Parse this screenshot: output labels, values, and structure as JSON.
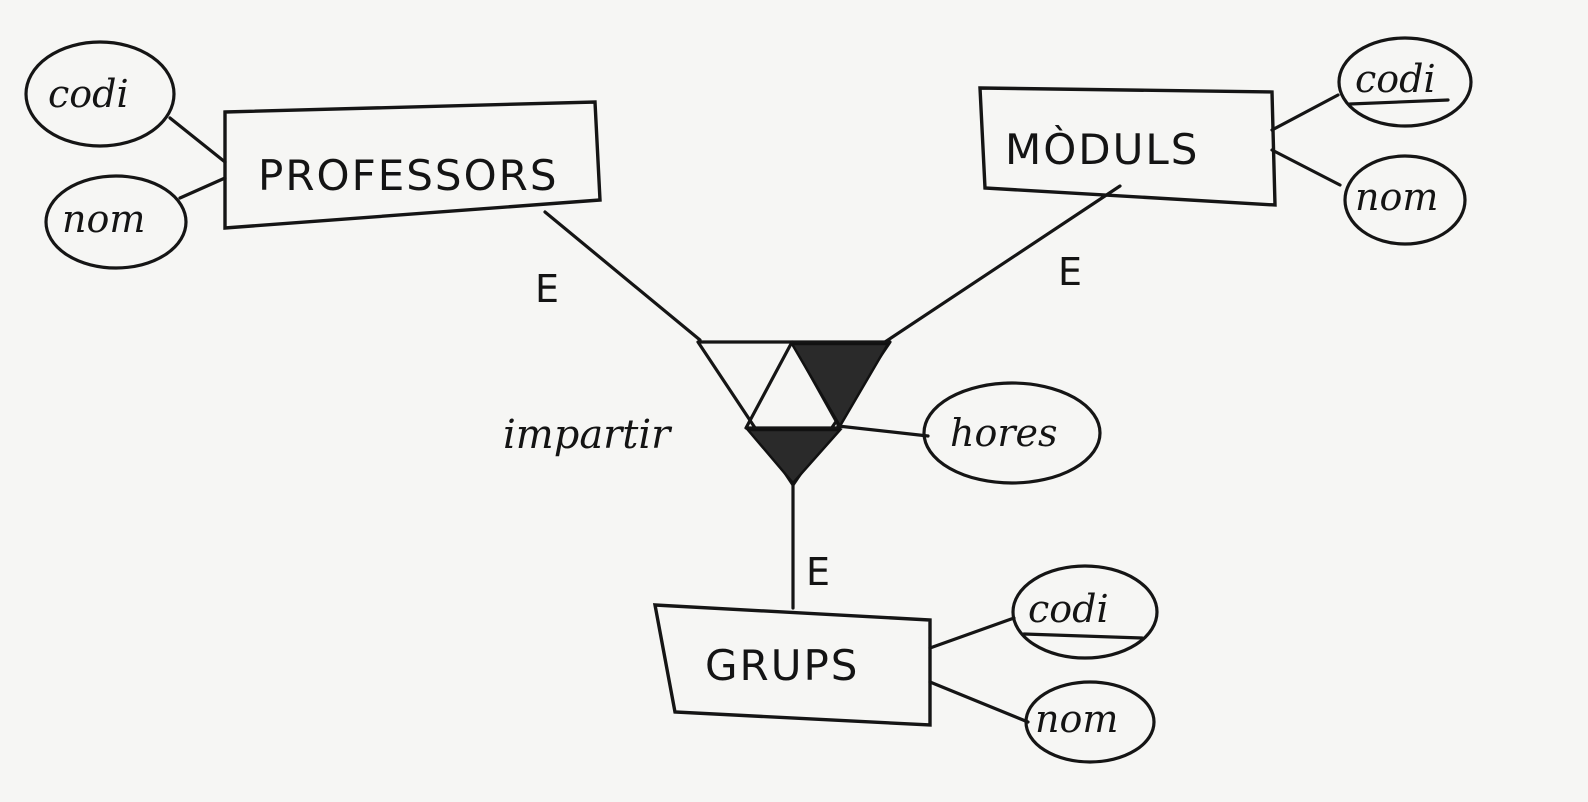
{
  "diagram": {
    "entities": {
      "professors": {
        "label": "PROFESSORS",
        "attributes": [
          "codi",
          "nom"
        ]
      },
      "moduls": {
        "label": "MÒDULS",
        "attributes": [
          "codi",
          "nom"
        ]
      },
      "grups": {
        "label": "GRUPS",
        "attributes": [
          "codi",
          "nom"
        ]
      }
    },
    "relationship": {
      "label": "impartir",
      "attribute": "hores",
      "cardinalities": {
        "professors": "E",
        "moduls": "E",
        "grups": "E"
      }
    }
  }
}
